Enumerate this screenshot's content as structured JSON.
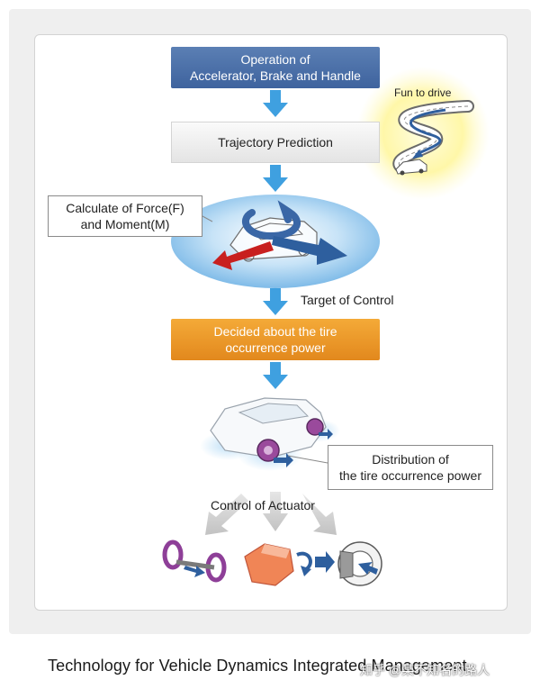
{
  "diagram": {
    "operation_box": "Operation of\nAccelerator, Brake and Handle",
    "trajectory_box": "Trajectory Prediction",
    "fun_to_drive": "Fun to drive",
    "force_callout": "Calculate of Force(F)\nand Moment(M)",
    "target_of_control": "Target of Control",
    "decided_box": "Decided about the tire\noccurrence power",
    "distribution_callout": "Distribution of\nthe tire occurrence power",
    "control_of_actuator": "Control of Actuator"
  },
  "caption": "Technology for Vehicle Dynamics Integrated Management",
  "watermark": "知乎 @某不知名的路人",
  "colors": {
    "operation_box": "#4a6fa8",
    "decided_box": "#eb9a2a",
    "arrow": "#3fa0e0",
    "force_arrow_red": "#c8201f",
    "force_arrow_blue": "#2e5f9e",
    "glow": "#fffbb0",
    "ellipse": "#8fc7ee"
  },
  "icons": [
    "car-icon",
    "road-icon",
    "steering-actuator-icon",
    "motor-actuator-icon",
    "brake-actuator-icon"
  ]
}
